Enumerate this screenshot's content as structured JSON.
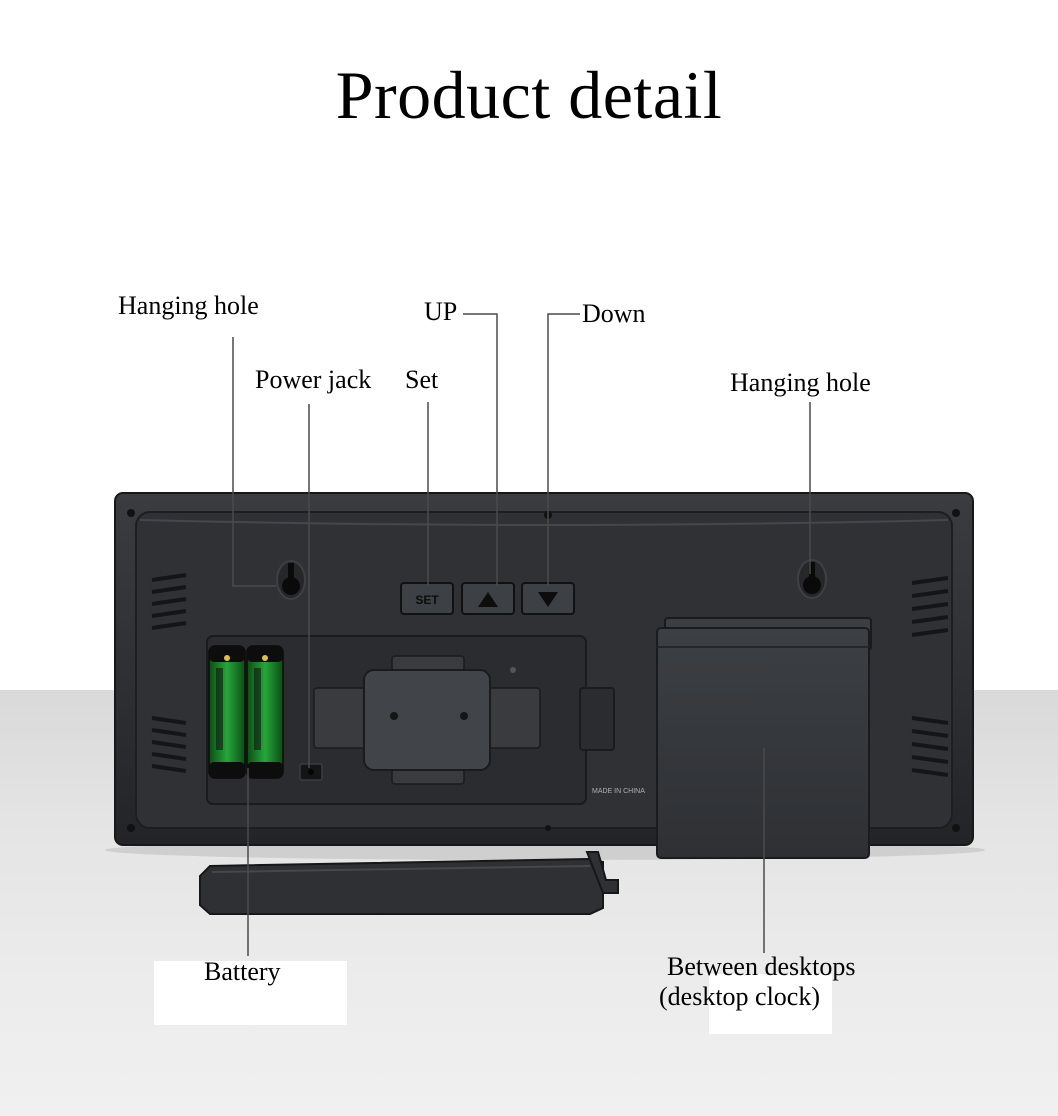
{
  "title": "Product detail",
  "labels": {
    "hanging_hole_left": "Hanging hole",
    "up": "UP",
    "down": "Down",
    "power_jack": "Power jack",
    "set": "Set",
    "hanging_hole_right": "Hanging hole",
    "battery": "Battery",
    "between_desktops_line1": "Between desktops",
    "between_desktops_line2": "(desktop clock)"
  },
  "device": {
    "set_button": "SET",
    "made_in": "MADE IN CHINA"
  },
  "colors": {
    "device_body": "#2b2d30",
    "battery_green": "#1c8a2a"
  }
}
